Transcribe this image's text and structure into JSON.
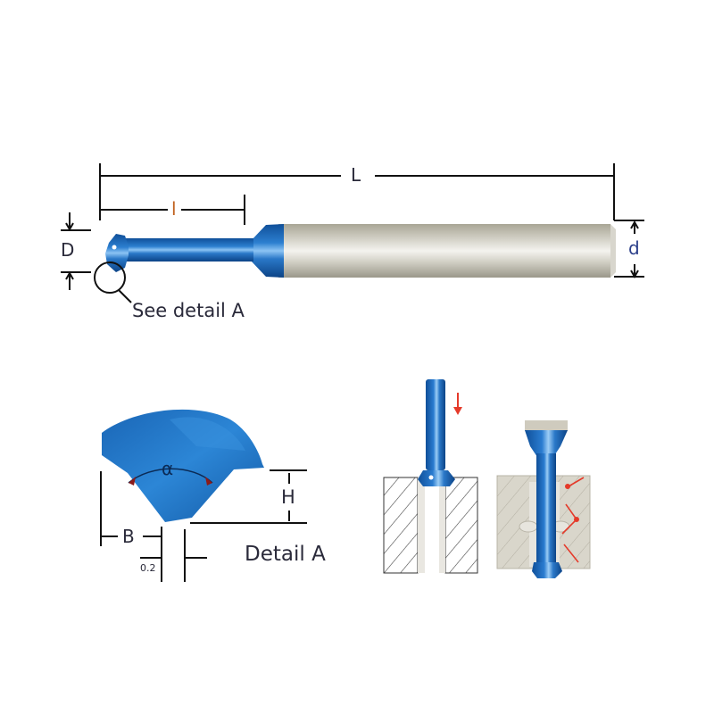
{
  "diagram": {
    "type": "technical-drawing",
    "subject": "back chamfering / deburring cutter",
    "colors": {
      "tool_blue": "#1f6fbf",
      "tool_blue_dark": "#0f4f99",
      "tool_blue_light": "#6fb2f0",
      "shank_gray": "#c9c6bb",
      "shank_highlight": "#f3f2ee",
      "workpiece_gray": "#d6d3c8",
      "dimension_line": "#111111",
      "arrow_red": "#e53a2a",
      "text": "#2a2a3a"
    }
  },
  "main_view": {
    "dimension_overall_length": "L",
    "dimension_neck_length": "l",
    "dimension_cutting_diameter": "D",
    "dimension_shank_diameter": "d",
    "callout": "See detail A"
  },
  "detail_view": {
    "title": "Detail A",
    "angle_label": "α",
    "height_label": "H",
    "width_label": "B",
    "tip_label": "0.2"
  },
  "usage_views": [
    {
      "name": "entry",
      "description": "tool plunging into bore",
      "arrow": "down"
    },
    {
      "name": "chamfering",
      "description": "tool chamfering back edge of bore",
      "arrow": "cutting-paths"
    }
  ]
}
